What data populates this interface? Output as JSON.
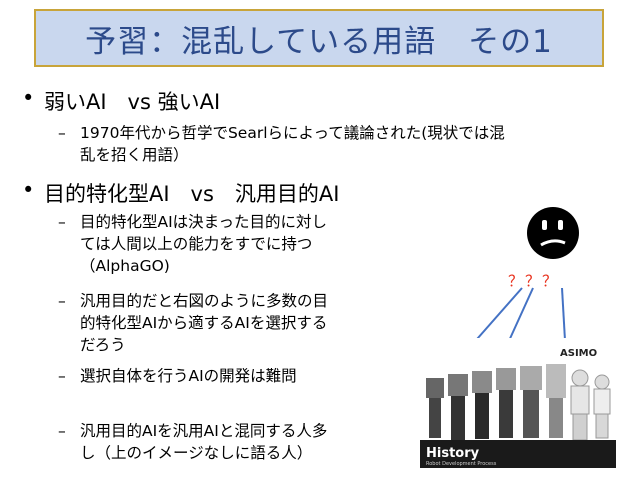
{
  "title": "予習：混乱している用語　その1",
  "bullet1": {
    "dot": "•",
    "text": "弱いAI　vs 強いAI",
    "sub": "1970年代から哲学でSearlらによって議論された(現状では混\n乱を招く用語）"
  },
  "bullet2": {
    "dot": "•",
    "text": "目的特化型AI　vs　汎用目的AI",
    "subs": [
      "目的特化型AIは決まった目的に対し\nては人間以上の能力をすでに持つ\n（AlphaGO)",
      "汎用目的だと右図のように多数の目\n的特化型AIから適するAIを選択する\nだろう",
      "選択自体を行うAIの開発は難問",
      "汎用目的AIを汎用AIと混同する人多\nし（上のイメージなしに語る人）"
    ]
  },
  "dash": "–",
  "figure": {
    "question": "？？？",
    "brand": "ASIMO",
    "history_label": "History",
    "history_sub": "Robot Development Process"
  },
  "colors": {
    "title_bg": "#c9d7ee",
    "title_border": "#c8a43a",
    "title_text": "#2c4a8a",
    "question": "#e8301c",
    "arrow": "#4472c4"
  }
}
